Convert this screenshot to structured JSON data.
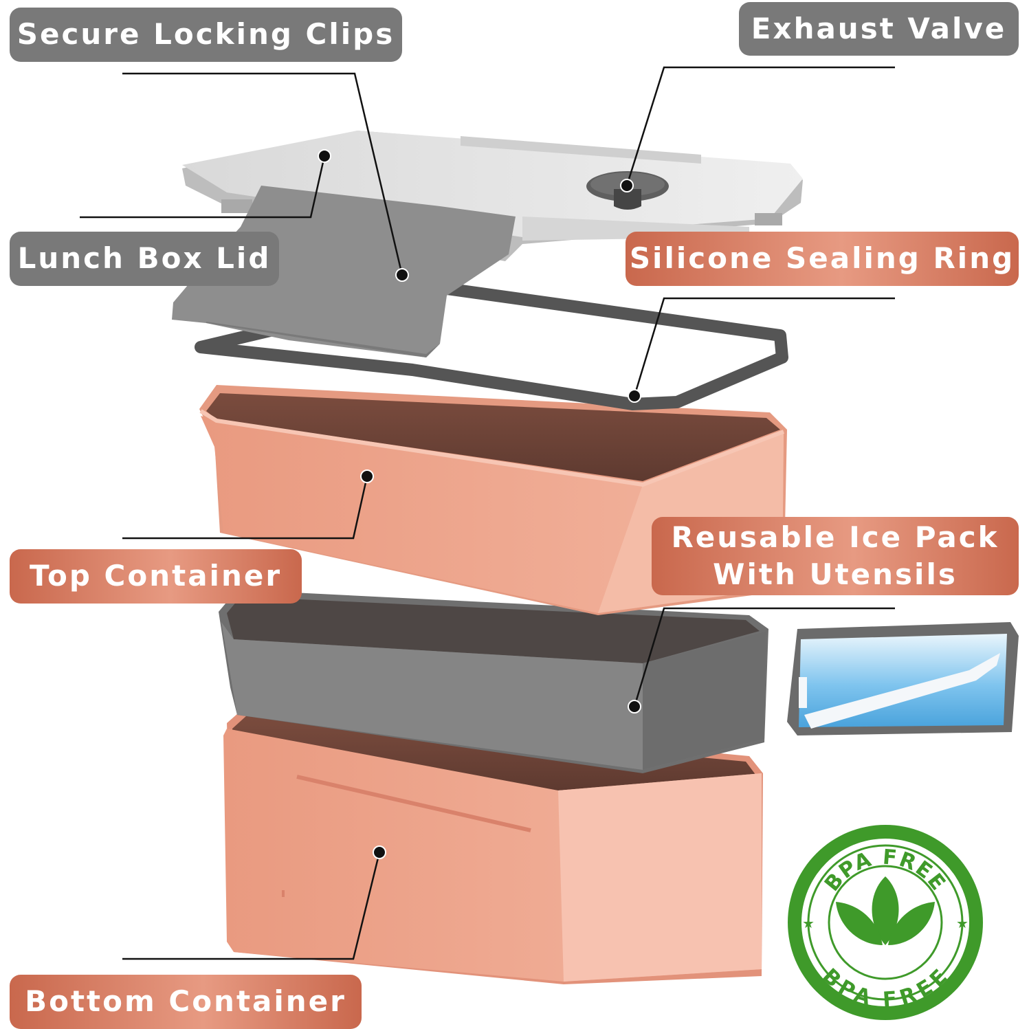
{
  "labels": {
    "secure_locking_clips": "Secure Locking Clips",
    "exhaust_valve": "Exhaust Valve",
    "lunch_box_lid": "Lunch Box Lid",
    "silicone_sealing_ring": "Silicone Sealing Ring",
    "top_container": "Top Container",
    "ice_pack_line1": "Reusable Ice Pack",
    "ice_pack_line2": "With Utensils",
    "bottom_container": "Bottom Container"
  },
  "badge": {
    "top_text": "BPA FREE",
    "bottom_text": "BPA FREE"
  },
  "colors": {
    "label_gray": "#797979",
    "label_orange": "#d9785d",
    "container_orange": "#eea58c",
    "container_inner": "#70473b",
    "lid_gray": "#e3e3e3",
    "clip_gray": "#8f8f8f",
    "tray_gray": "#7a7a7a",
    "badge_green": "#3f9a2a",
    "ice_blue": "#5fb4e8"
  }
}
